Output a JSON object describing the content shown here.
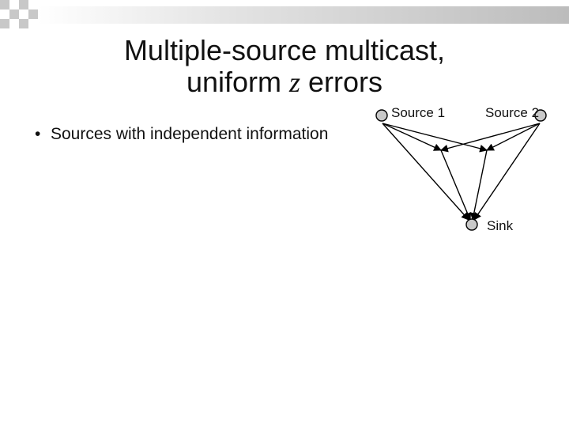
{
  "title": {
    "line1": "Multiple-source multicast,",
    "line2_prefix": "uniform ",
    "line2_var": "z",
    "line2_suffix": " errors"
  },
  "bullets": [
    "Sources with independent information"
  ],
  "diagram": {
    "source1_label": "Source 1",
    "source2_label": "Source 2",
    "sink_label": "Sink"
  },
  "colors": {
    "node_fill": "#c9c9c9",
    "edge": "#000000",
    "corner_square": "#bcbcbc"
  }
}
